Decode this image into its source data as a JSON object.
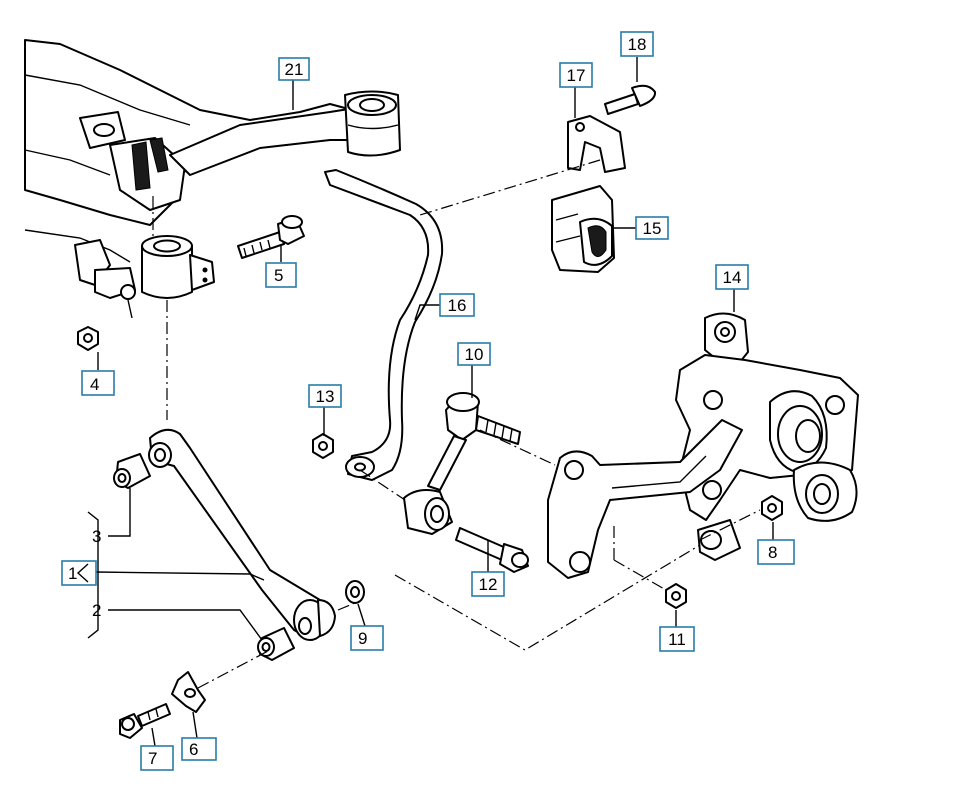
{
  "labels": {
    "l1": "1",
    "l2": "2",
    "l3": "3",
    "l4": "4",
    "l5": "5",
    "l6": "6",
    "l7": "7",
    "l8": "8",
    "l9": "9",
    "l10": "10",
    "l11": "11",
    "l12": "12",
    "l13": "13",
    "l14": "14",
    "l15": "15",
    "l16": "16",
    "l17": "17",
    "l18": "18",
    "l21": "21"
  },
  "colors": {
    "line": "#000000",
    "label_border": "#2a7ca8",
    "background": "#ffffff"
  }
}
